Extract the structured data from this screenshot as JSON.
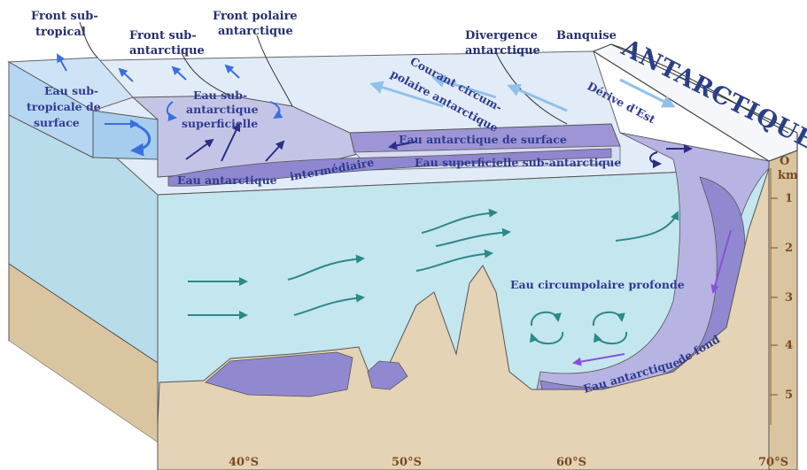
{
  "title": "ANTARCTIQUE",
  "top_labels": {
    "front_subtropical_1": "Front sub-",
    "front_subtropical_2": "tropical",
    "front_subantarctique_1": "Front sub-",
    "front_subantarctique_2": "antarctique",
    "front_polaire_1": "Front polaire",
    "front_polaire_2": "antarctique",
    "divergence_1": "Divergence",
    "divergence_2": "antarctique",
    "banquise": "Banquise"
  },
  "surface_labels": {
    "courant_1": "Courant circum-",
    "courant_2": "polaire antarctique",
    "derive": "Dérive d'Est"
  },
  "water_masses": {
    "subtropicale_1": "Eau sub-",
    "subtropicale_2": "tropicale de",
    "subtropicale_3": "surface",
    "subantarctique_sup_1": "Eau sub-",
    "subantarctique_sup_2": "antarctique",
    "subantarctique_sup_3": "superficielle",
    "antarctique_surface": "Eau antarctique de surface",
    "superficielle_subantarctique": "Eau superficielle sub-antarctique",
    "antarctique_intermediaire_1": "Eau antarctique",
    "antarctique_intermediaire_2": "intermédiaire",
    "circumpolaire_profonde": "Eau circumpolaire profonde",
    "antarctique_fond_1": "Eau antarctique",
    "antarctique_fond_2": "de fond"
  },
  "depth_axis": {
    "zero": "O",
    "unit": "km",
    "ticks": [
      "1",
      "2",
      "3",
      "4",
      "5"
    ]
  },
  "latitude_axis": [
    "40°S",
    "50°S",
    "60°S",
    "70°S"
  ],
  "colors": {
    "surface_light": "#dfe9f6",
    "deep_water": "#bfe3ee",
    "subtropical": "#a9cfee",
    "subantarctic": "#c5c6e6",
    "antarctic_violet": "#9a93d4",
    "sediment": "#e4d3b4",
    "arrow_teal": "#2a8a86",
    "arrow_dark": "#2a2e86",
    "arrow_light": "#8fc1ea",
    "arrow_purple": "#8c4fd8"
  }
}
